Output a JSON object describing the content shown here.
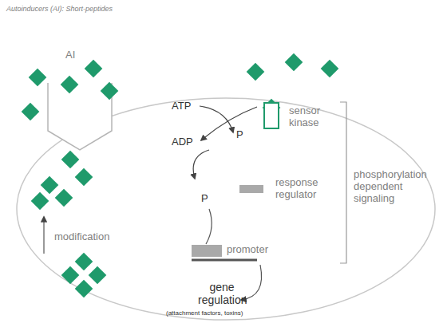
{
  "diagram": {
    "title": "Autoinducers (AI): Short-peptides",
    "nodes": [
      {
        "text": [
          "sensor kinase"
        ]
      },
      {
        "text": [
          "response regulator"
        ]
      },
      {
        "text": [
          "promoter"
        ]
      }
    ],
    "labels": [
      "AI",
      "modification",
      "ATP",
      "ADP",
      "P",
      "P",
      "gene regulation",
      "(attachment factors, toxins)",
      "phosphorylation dependent signaling"
    ]
  }
}
